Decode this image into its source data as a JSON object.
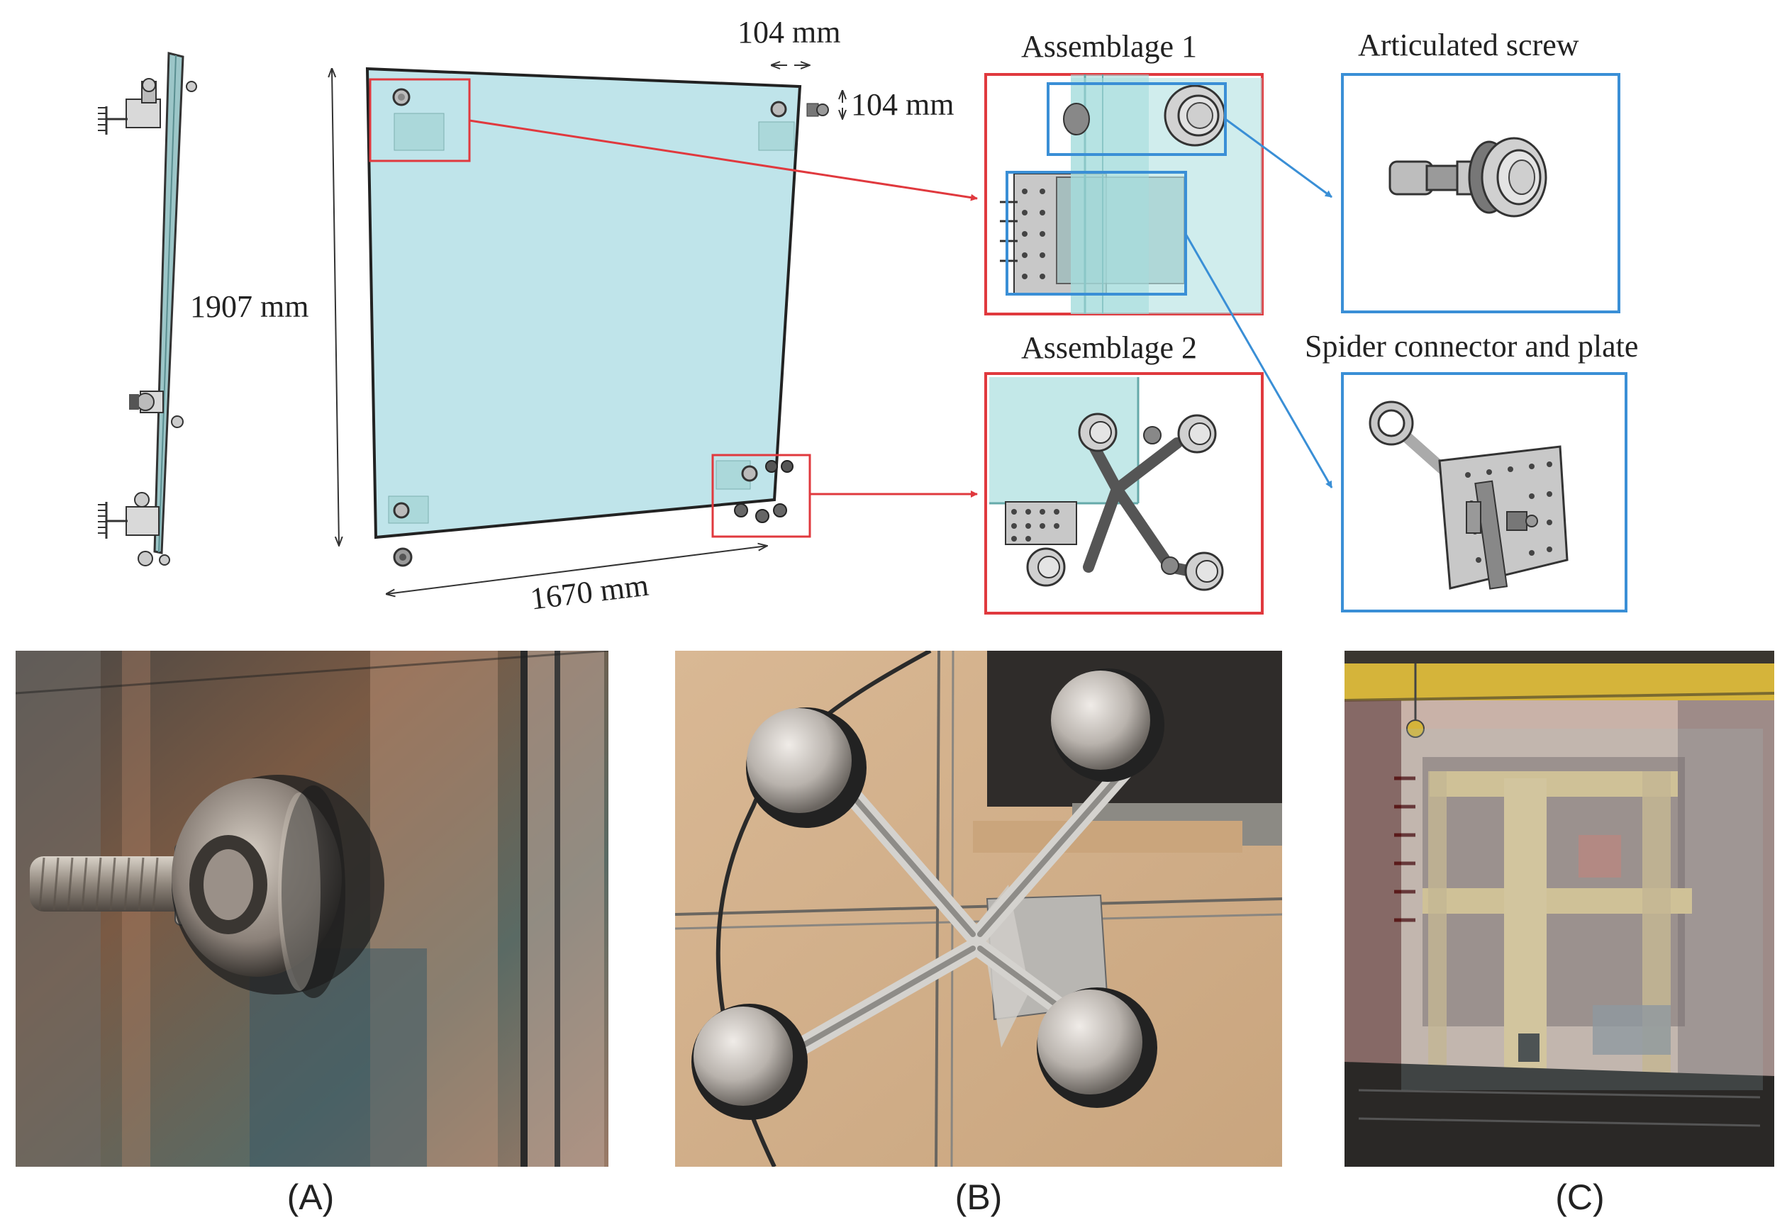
{
  "diagram": {
    "dimensions": {
      "width": "1670 mm",
      "height": "1907 mm",
      "offset_horizontal": "104 mm",
      "offset_vertical": "104 mm"
    },
    "detail_titles": {
      "assemblage_1": "Assemblage 1",
      "assemblage_2": "Assemblage 2",
      "articulated_screw": "Articulated screw",
      "spider_connector": "Spider connector and plate"
    },
    "colors": {
      "glass": "#bfe4ea",
      "assemblage_frame": "#e0393e",
      "component_frame": "#3a8fd6"
    }
  },
  "photos": {
    "captions": [
      "(A)",
      "(B)",
      "(C)"
    ]
  }
}
